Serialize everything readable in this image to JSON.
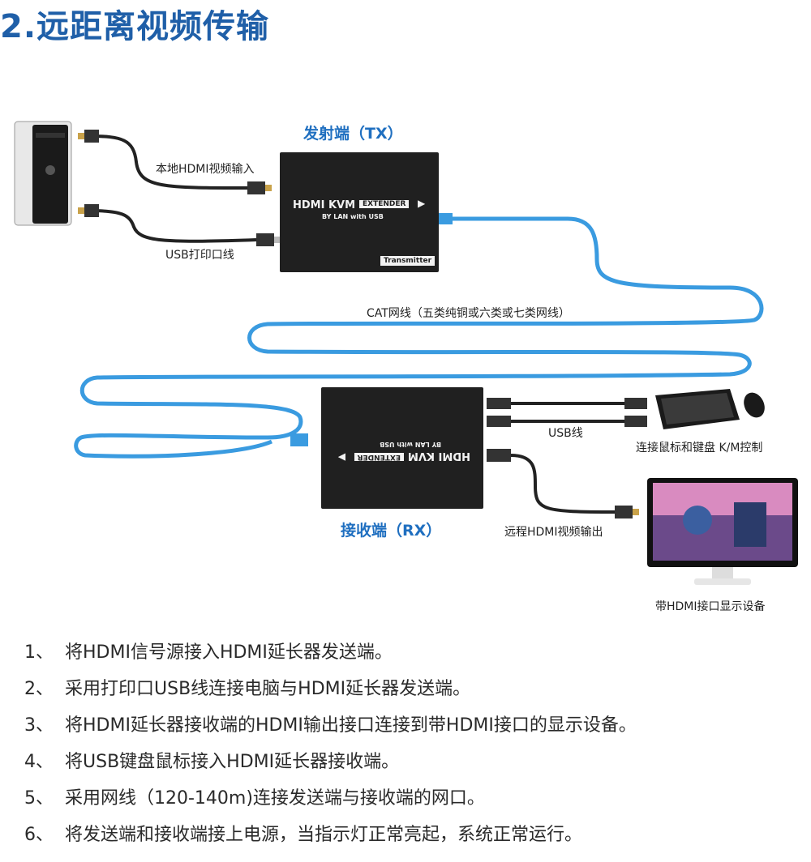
{
  "title": "2.远距离视频传输",
  "tx": {
    "heading": "发射端（TX）",
    "brand": "HDMI KVM",
    "brand_badge": "EXTENDER",
    "sub": "BY LAN with USB",
    "tag": "Transmitter"
  },
  "rx": {
    "heading": "接收端（RX）",
    "brand": "HDMI KVM",
    "brand_badge": "EXTENDER",
    "sub": "BY LAN with USB"
  },
  "labels": {
    "hdmi_in": "本地HDMI视频输入",
    "usb_print": "USB打印口线",
    "cat": "CAT网线（五类纯铜或六类或七类网线）",
    "usb_line": "USB线",
    "km": "连接鼠标和键盘 K/M控制",
    "hdmi_out": "远程HDMI视频输出",
    "display": "带HDMI接口显示设备"
  },
  "colors": {
    "accent": "#1f5fa8",
    "cable_blue": "#3a9be0",
    "device_dark": "#202020"
  },
  "steps": [
    {
      "num": "1、",
      "text": "将HDMI信号源接入HDMI延长器发送端。"
    },
    {
      "num": "2、",
      "text": "采用打印口USB线连接电脑与HDMI延长器发送端。"
    },
    {
      "num": "3、",
      "text": "将HDMI延长器接收端的HDMI输出接口连接到带HDMI接口的显示设备。"
    },
    {
      "num": "4、",
      "text": "将USB键盘鼠标接入HDMI延长器接收端。"
    },
    {
      "num": "5、",
      "text": "采用网线（120-140m)连接发送端与接收端的网口。"
    },
    {
      "num": "6、",
      "text": "将发送端和接收端接上电源，当指示灯正常亮起，系统正常运行。"
    }
  ]
}
